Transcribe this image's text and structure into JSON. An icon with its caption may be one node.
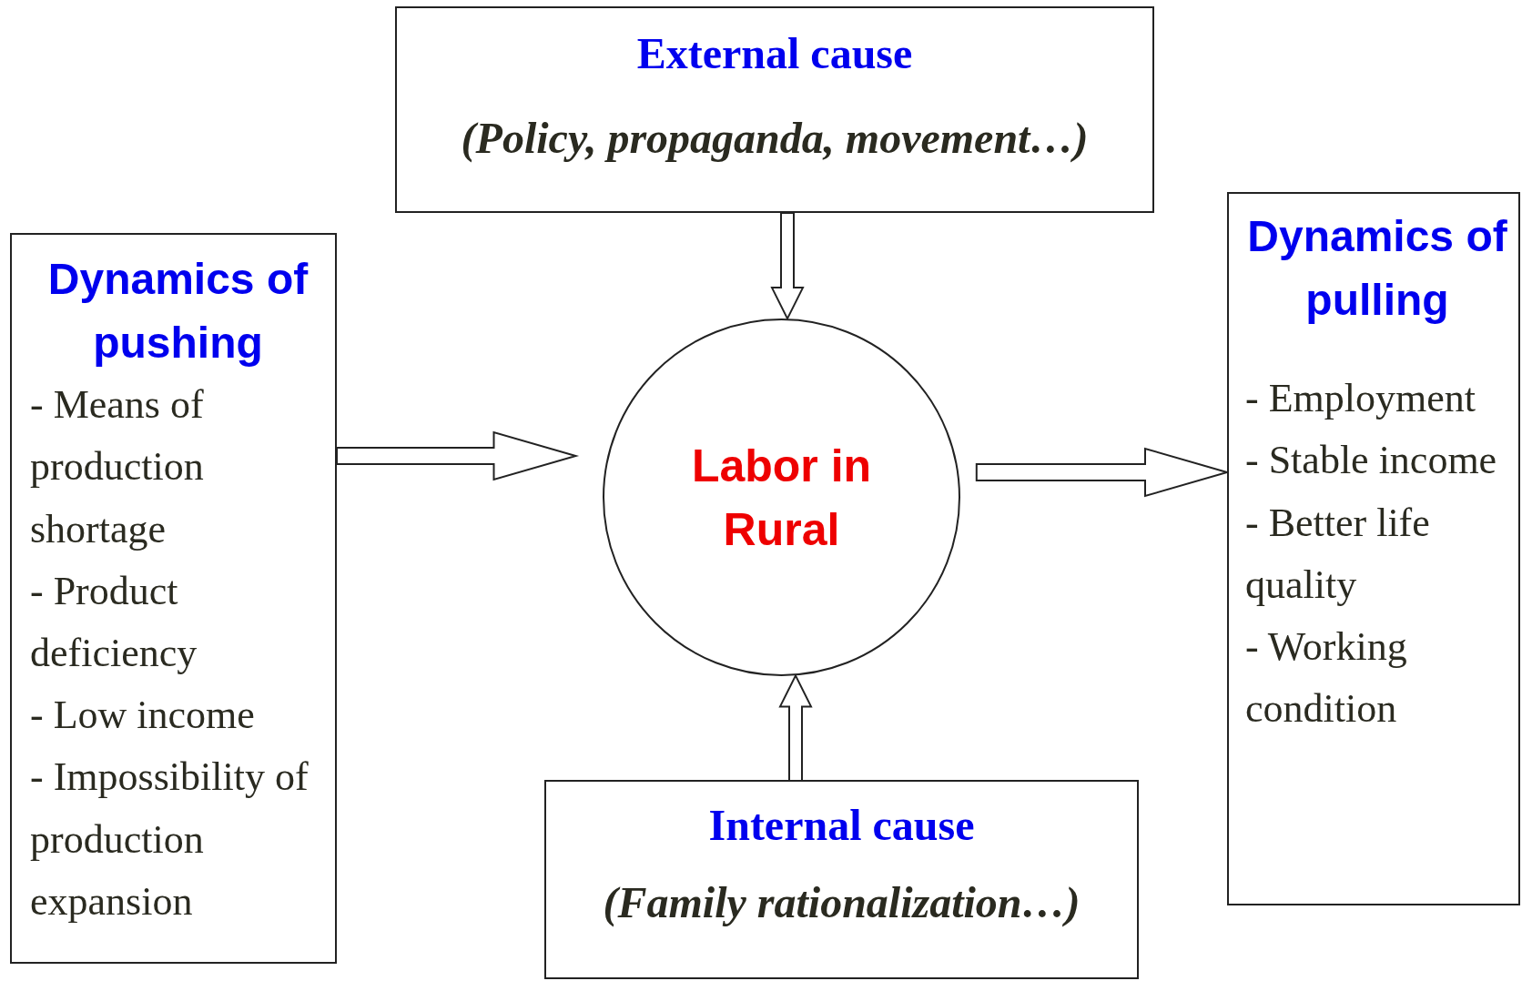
{
  "diagram": {
    "nodes": [
      {
        "text": [
          "External cause",
          "(Policy, propaganda, movement…)"
        ]
      },
      {
        "text": [
          "Dynamics of pushing",
          "- Means of production shortage",
          "- Product deficiency",
          "- Low income",
          "- Impossibility of production expansion"
        ]
      },
      {
        "text": [
          "Labor in Rural"
        ]
      },
      {
        "text": [
          "Dynamics of pulling",
          "- Employment",
          "- Stable income",
          "- Better life quality",
          "- Working condition"
        ]
      },
      {
        "text": [
          "Internal cause",
          "(Family rationalization…)"
        ]
      }
    ],
    "edges": [
      {
        "from": 0,
        "to": 2,
        "arrow": "to"
      },
      {
        "from": 1,
        "to": 2,
        "arrow": "to"
      },
      {
        "from": 2,
        "to": 3,
        "arrow": "to"
      },
      {
        "from": 4,
        "to": 2,
        "arrow": "to"
      }
    ]
  }
}
